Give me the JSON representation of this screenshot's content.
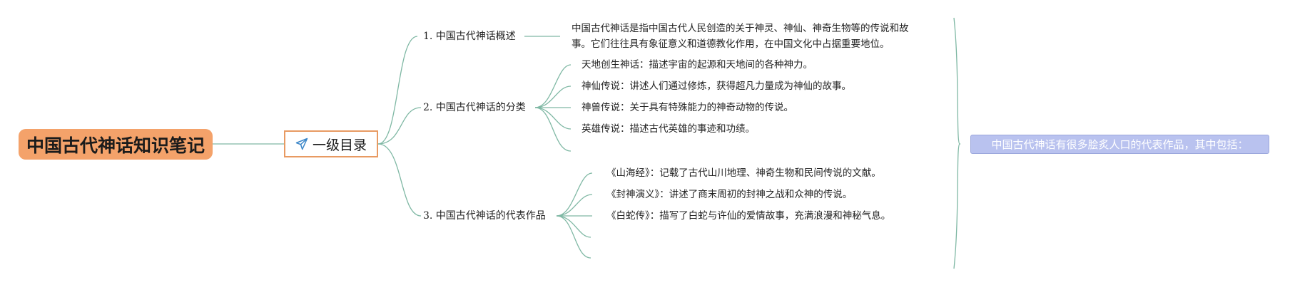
{
  "root": {
    "title": "中国古代神话知识笔记"
  },
  "level1": {
    "label": "一级目录",
    "icon": "paper-plane-icon"
  },
  "topics": [
    {
      "label": "1. 中国古代神话概述"
    },
    {
      "label": "2. 中国古代神话的分类"
    },
    {
      "label": "3. 中国古代神话的代表作品"
    }
  ],
  "overview": {
    "line1": "中国古代神话是指中国古代人民创造的关于神灵、神仙、神奇生物等的传说和故",
    "line2": "事。它们往往具有象征意义和道德教化作用，在中国文化中占据重要地位。"
  },
  "categories": [
    {
      "label": "天地创生神话：描述宇宙的起源和天地间的各种神力。"
    },
    {
      "label": "神仙传说：讲述人们通过修炼，获得超凡力量成为神仙的故事。"
    },
    {
      "label": "神兽传说：关于具有特殊能力的神奇动物的传说。"
    },
    {
      "label": "英雄传说：描述古代英雄的事迹和功绩。"
    }
  ],
  "works": [
    {
      "label": "《山海经》：记载了古代山川地理、神奇生物和民间传说的文献。"
    },
    {
      "label": "《封神演义》：讲述了商末周初的封神之战和众神的传说。"
    },
    {
      "label": "《白蛇传》：描写了白蛇与许仙的爱情故事，充满浪漫和神秘气息。"
    }
  ],
  "summary": {
    "label": "中国古代神话有很多脍炙人口的代表作品，其中包括："
  },
  "colors": {
    "connector": "#7fb8a4",
    "root_fill": "#f4a26a",
    "level1_border": "#e89a62",
    "summary_fill": "#b9c2ef"
  }
}
